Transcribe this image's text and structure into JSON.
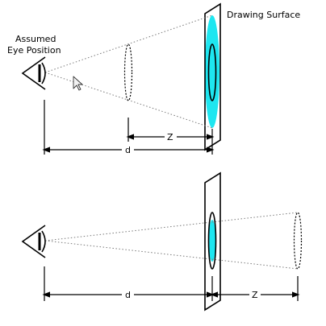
{
  "labels": {
    "drawing_surface": "Drawing Surface",
    "assumed_eye_line1": "Assumed",
    "assumed_eye_line2": "Eye Position",
    "top_z": "Z",
    "top_d": "d",
    "bottom_d": "d",
    "bottom_z": "Z"
  },
  "colors": {
    "stroke": "#000000",
    "cyan": "#1ee6f0",
    "dotted": "#7a7a7a"
  },
  "icons": {
    "cursor": "mouse-pointer-icon"
  }
}
